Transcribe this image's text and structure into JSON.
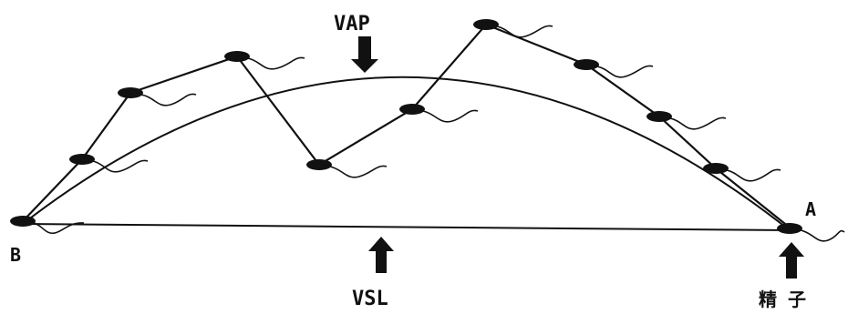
{
  "labels": {
    "vap": "VAP",
    "vsl": "VSL",
    "point_a": "A",
    "point_b": "B",
    "sperm": "精 子"
  },
  "icons": [
    "sperm-head-icon",
    "tail-wave-icon",
    "arrow-down-icon",
    "arrow-up-icon"
  ],
  "colors": {
    "ink": "#111111",
    "background": "#ffffff"
  }
}
